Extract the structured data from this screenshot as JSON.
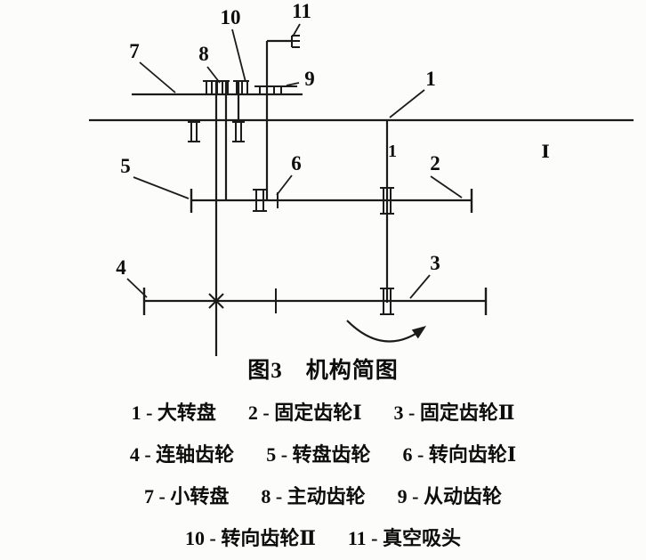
{
  "figure": {
    "caption": "图3　机构简图",
    "legend_items": [
      "1 - 大转盘",
      "2 - 固定齿轮Ⅰ",
      "3 - 固定齿轮Ⅱ",
      "4 - 连轴齿轮",
      "5 - 转盘齿轮",
      "6 - 转向齿轮Ⅰ",
      "7 - 小转盘",
      "8 - 主动齿轮",
      "9 - 从动齿轮",
      "10 - 转向齿轮Ⅱ",
      "11 - 真空吸头"
    ]
  },
  "diagram": {
    "callouts": {
      "c1": "1",
      "c2": "2",
      "c3": "3",
      "c4": "4",
      "c5": "5",
      "c6": "6",
      "c7": "7",
      "c8": "8",
      "c9": "9",
      "c10": "10",
      "c11": "11"
    },
    "shaft_marks": {
      "inner": "1",
      "outer": "Ⅰ"
    }
  },
  "colors": {
    "ink": "#0d0d0d",
    "line": "#1b1b1b",
    "background": "#fcfcfa"
  }
}
